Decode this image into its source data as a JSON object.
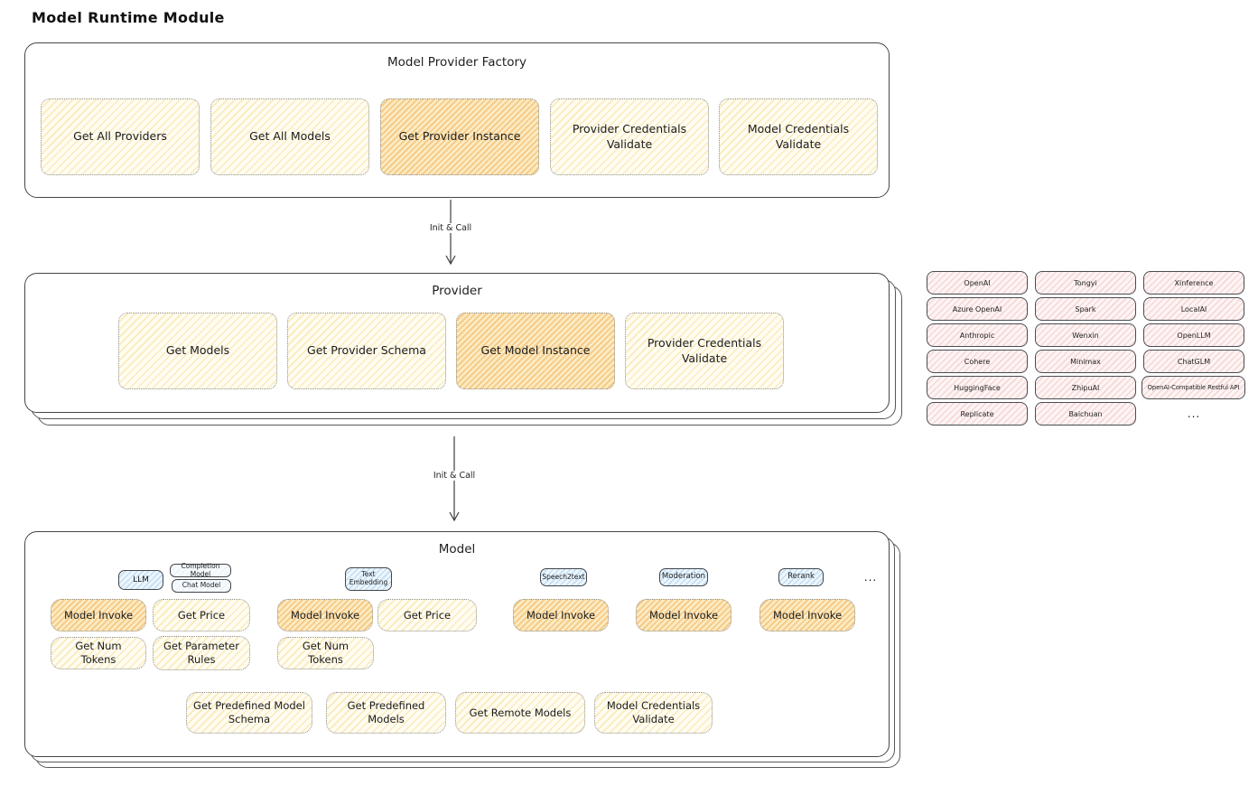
{
  "page_title": "Model Runtime Module",
  "colors": {
    "yellow_fill": "#fdf6dd",
    "orange_fill": "#fbe3b0",
    "pink_fill": "#fdeeee",
    "blue_fill": "#ddedf9",
    "panel_border": "#43464b"
  },
  "arrows": {
    "label1": "Init & Call",
    "label2": "Init & Call"
  },
  "factory": {
    "title": "Model Provider Factory",
    "boxes": [
      {
        "label": "Get All Providers",
        "highlight": false
      },
      {
        "label": "Get All Models",
        "highlight": false
      },
      {
        "label": "Get Provider Instance",
        "highlight": true
      },
      {
        "label": "Provider Credentials Validate",
        "highlight": false
      },
      {
        "label": "Model Credentials Validate",
        "highlight": false
      }
    ]
  },
  "provider": {
    "title": "Provider",
    "boxes": [
      {
        "label": "Get Models",
        "highlight": false
      },
      {
        "label": "Get Provider Schema",
        "highlight": false
      },
      {
        "label": "Get Model Instance",
        "highlight": true
      },
      {
        "label": "Provider Credentials Validate",
        "highlight": false
      }
    ]
  },
  "providers": {
    "columns": [
      [
        "OpenAI",
        "Azure OpenAI",
        "Anthropic",
        "Cohere",
        "HuggingFace",
        "Replicate"
      ],
      [
        "Tongyi",
        "Spark",
        "Wenxin",
        "Minimax",
        "ZhipuAI",
        "Baichuan"
      ],
      [
        "Xinference",
        "LocalAI",
        "OpenLLM",
        "ChatGLM",
        "OpenAI-Compatible Restful API"
      ]
    ],
    "more": "..."
  },
  "model": {
    "title": "Model",
    "tags": {
      "llm": "LLM",
      "completion": "Completion Model",
      "chat": "Chat Model",
      "text_embedding": "Text Embedding",
      "speech2text": "Speech2text",
      "moderation": "Moderation",
      "rerank": "Rerank",
      "more": "..."
    },
    "llm": {
      "invoke": "Model Invoke",
      "price": "Get Price",
      "tokens": "Get Num Tokens",
      "rules": "Get Parameter Rules"
    },
    "text_embedding": {
      "invoke": "Model Invoke",
      "price": "Get Price",
      "tokens": "Get Num Tokens"
    },
    "speech2text": {
      "invoke": "Model Invoke"
    },
    "moderation": {
      "invoke": "Model Invoke"
    },
    "rerank": {
      "invoke": "Model Invoke"
    },
    "bottom": [
      "Get Predefined Model Schema",
      "Get Predefined Models",
      "Get Remote Models",
      "Model Credentials Validate"
    ]
  }
}
